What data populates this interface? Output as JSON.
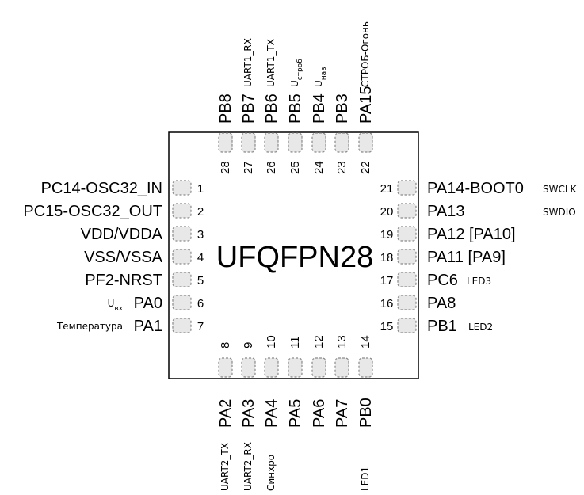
{
  "package": "UFQFPN28",
  "pins": {
    "left": [
      {
        "num": "1",
        "name": "PC14-OSC32_IN",
        "note": ""
      },
      {
        "num": "2",
        "name": "PC15-OSC32_OUT",
        "note": ""
      },
      {
        "num": "3",
        "name": "VDD/VDDA",
        "note": ""
      },
      {
        "num": "4",
        "name": "VSS/VSSA",
        "note": ""
      },
      {
        "num": "5",
        "name": "PF2-NRST",
        "note": ""
      },
      {
        "num": "6",
        "name": "PA0",
        "note": "U",
        "note_sub": "вх"
      },
      {
        "num": "7",
        "name": "PA1",
        "note": "Температура"
      }
    ],
    "bottom": [
      {
        "num": "8",
        "name": "PA2",
        "note": "UART2_TX"
      },
      {
        "num": "9",
        "name": "PA3",
        "note": "UART2_RX"
      },
      {
        "num": "10",
        "name": "PA4",
        "note": "Синхро"
      },
      {
        "num": "11",
        "name": "PA5",
        "note": ""
      },
      {
        "num": "12",
        "name": "PA6",
        "note": ""
      },
      {
        "num": "13",
        "name": "PA7",
        "note": ""
      },
      {
        "num": "14",
        "name": "PB0",
        "note": "LED1"
      }
    ],
    "right": [
      {
        "num": "15",
        "name": "PB1",
        "note": "LED2"
      },
      {
        "num": "16",
        "name": "PA8",
        "note": ""
      },
      {
        "num": "17",
        "name": "PC6",
        "note": "LED3"
      },
      {
        "num": "18",
        "name": "PA11 [PA9]",
        "note": ""
      },
      {
        "num": "19",
        "name": "PA12 [PA10]",
        "note": ""
      },
      {
        "num": "20",
        "name": "PA13",
        "note": "SWDIO"
      },
      {
        "num": "21",
        "name": "PA14-BOOT0",
        "note": "SWCLK"
      }
    ],
    "top": [
      {
        "num": "22",
        "name": "PA15",
        "note": "СТРОБ-Огонь"
      },
      {
        "num": "23",
        "name": "PB3",
        "note": ""
      },
      {
        "num": "24",
        "name": "PB4",
        "note": "U",
        "note_sub": "нав"
      },
      {
        "num": "25",
        "name": "PB5",
        "note": "U",
        "note_sub": "строб"
      },
      {
        "num": "26",
        "name": "PB6",
        "note": "UART1_TX"
      },
      {
        "num": "27",
        "name": "PB7",
        "note": "UART1_RX"
      },
      {
        "num": "28",
        "name": "PB8",
        "note": ""
      }
    ]
  }
}
